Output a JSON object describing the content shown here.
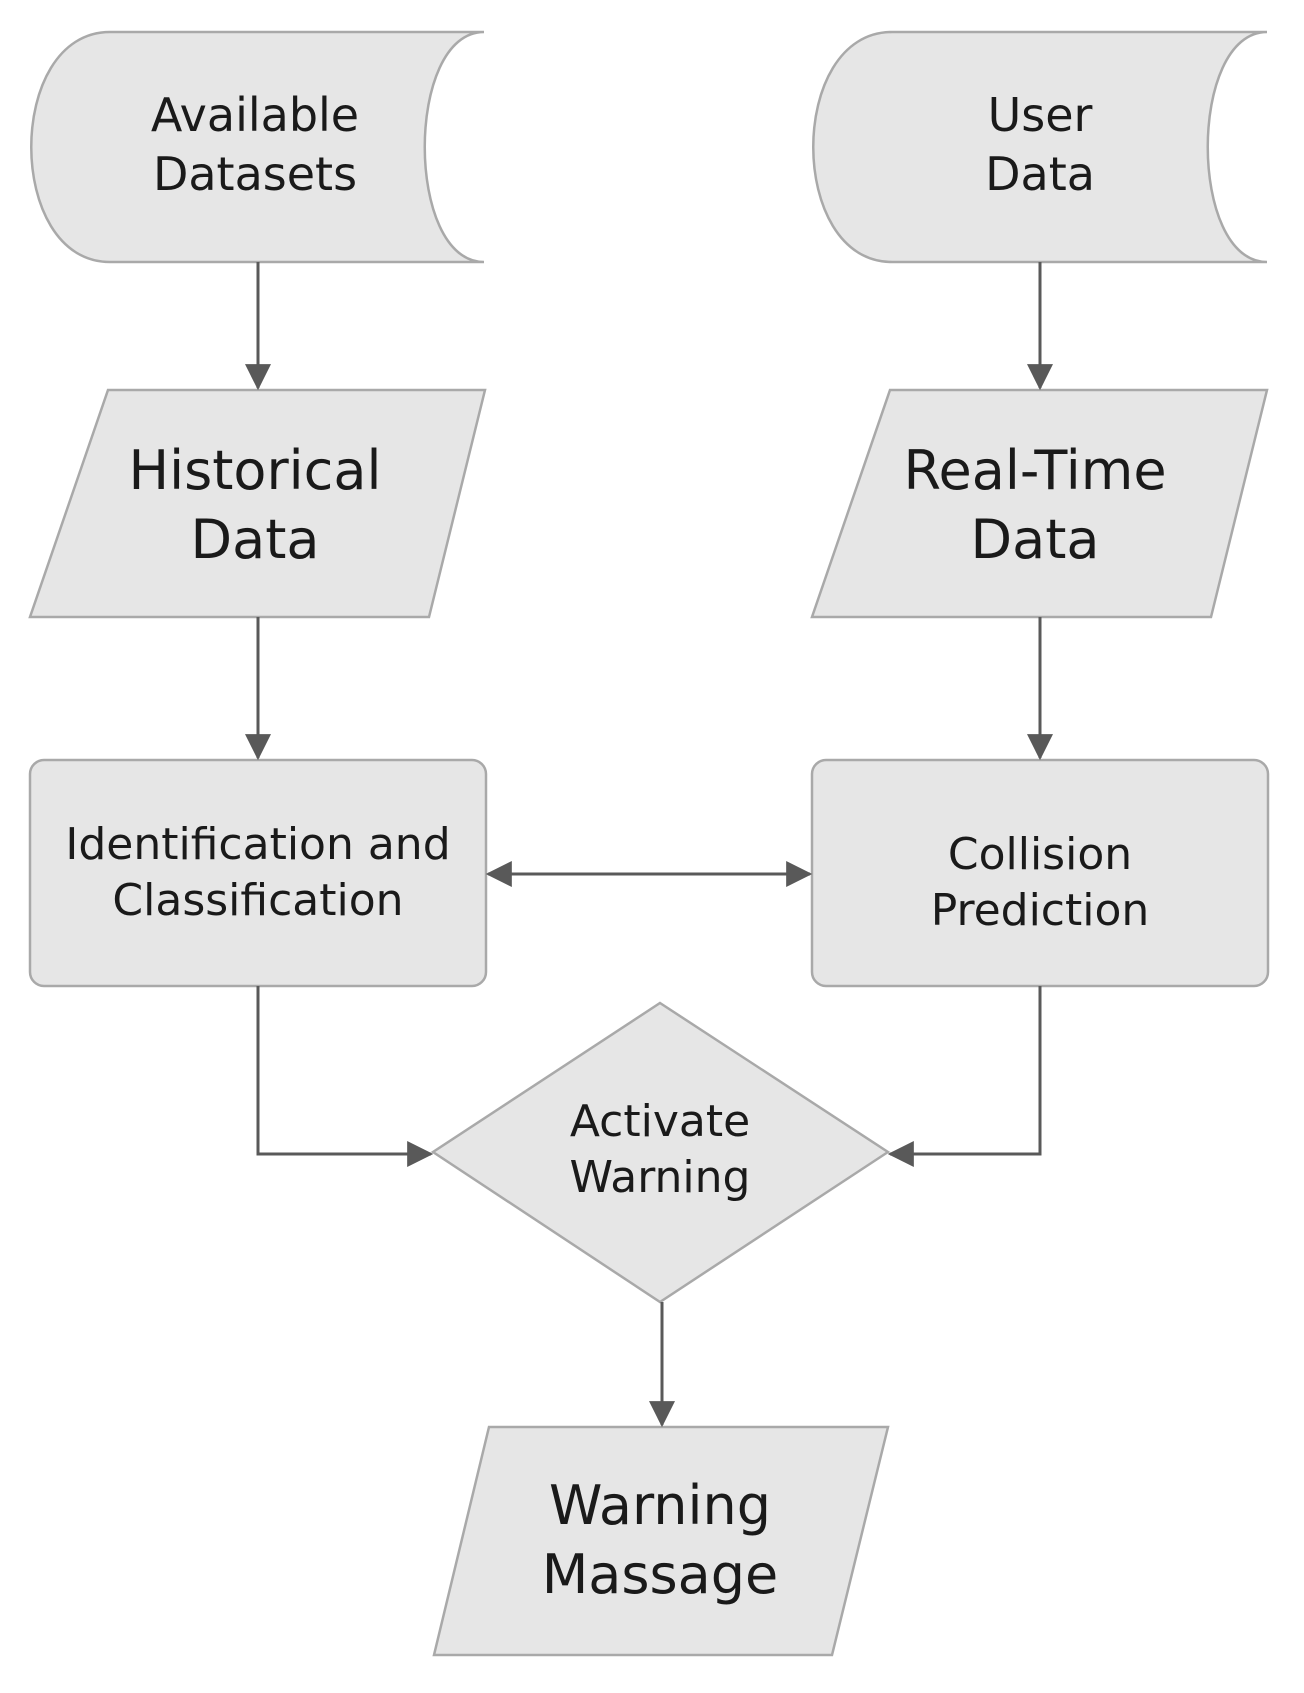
{
  "diagram": {
    "nodes": {
      "available_datasets": {
        "line1": "Available",
        "line2": "Datasets"
      },
      "user_data": {
        "line1": "User",
        "line2": "Data"
      },
      "historical_data": {
        "line1": "Historical",
        "line2": "Data"
      },
      "real_time_data": {
        "line1": "Real-Time",
        "line2": "Data"
      },
      "identification_classification": {
        "line1": "Identification and",
        "line2": "Classification"
      },
      "collision_prediction": {
        "line1": "Collision",
        "line2": "Prediction"
      },
      "activate_warning": {
        "line1": "Activate",
        "line2": "Warning"
      },
      "warning_message": {
        "line1": "Warning",
        "line2": "Massage"
      }
    },
    "colors": {
      "shape_fill": "#e6e6e6",
      "shape_stroke": "#a9a9a9",
      "connector": "#595959",
      "text": "#1a1a1a"
    }
  }
}
